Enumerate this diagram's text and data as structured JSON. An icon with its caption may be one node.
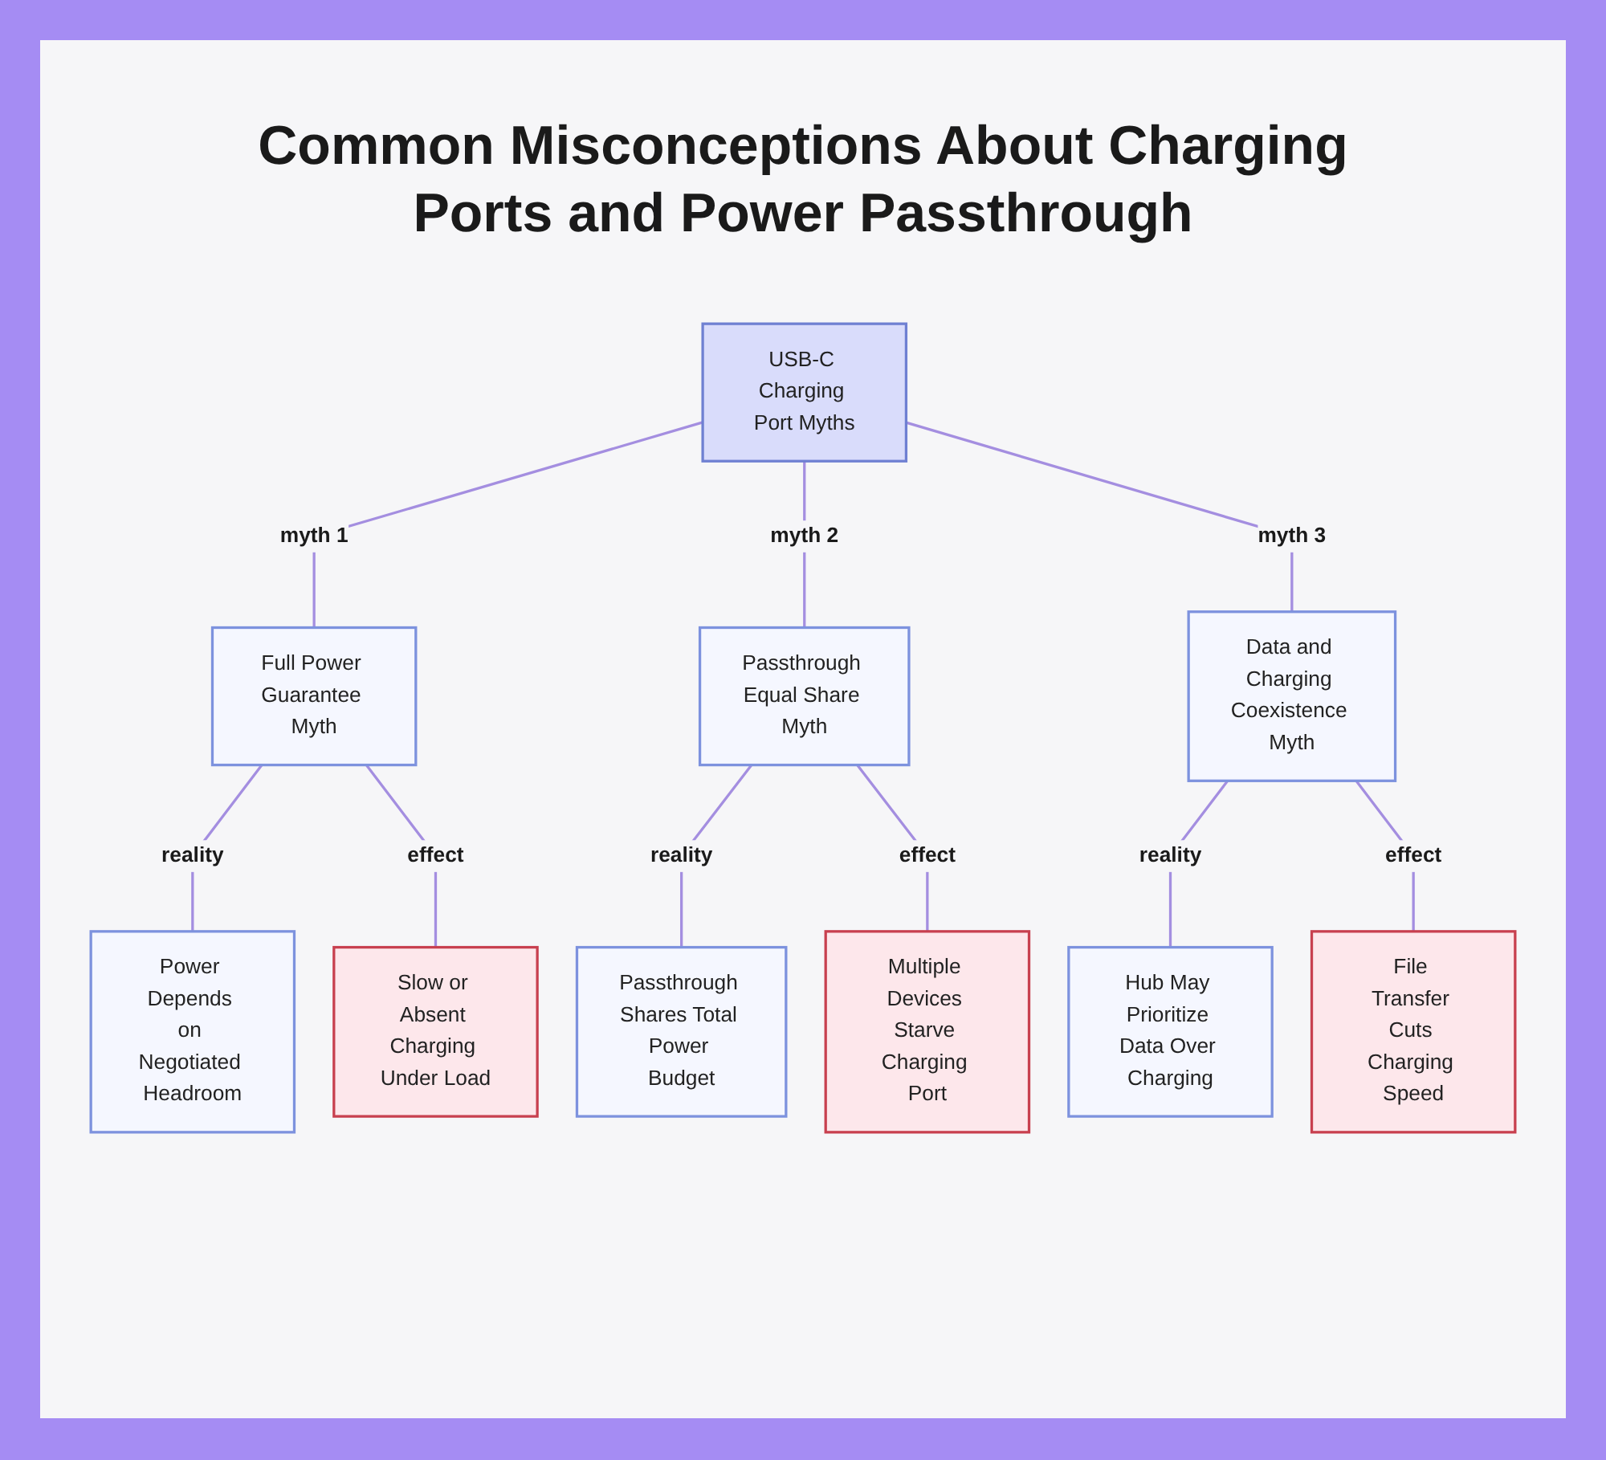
{
  "diagram": {
    "title": "Common Misconceptions About Charging Ports and Power Passthrough",
    "nodes": [
      {
        "text": [
          "USB-C Charging Port Myths"
        ]
      },
      {
        "text": [
          "Full Power Guarantee Myth"
        ]
      },
      {
        "text": [
          "Passthrough Equal Share Myth"
        ]
      },
      {
        "text": [
          "Data and Charging Coexistence Myth"
        ]
      },
      {
        "text": [
          "Power Depends on Negotiated Headroom"
        ]
      },
      {
        "text": [
          "Slow or Absent Charging Under Load"
        ]
      },
      {
        "text": [
          "Passthrough Shares Total Power Budget"
        ]
      },
      {
        "text": [
          "Multiple Devices Starve Charging Port"
        ]
      },
      {
        "text": [
          "Hub May Prioritize Data Over Charging"
        ]
      },
      {
        "text": [
          "File Transfer Cuts Charging Speed"
        ]
      }
    ],
    "edges": [
      {
        "from": 0,
        "to": 1,
        "arrow": "none",
        "label": "myth 1"
      },
      {
        "from": 0,
        "to": 2,
        "arrow": "none",
        "label": "myth 2"
      },
      {
        "from": 0,
        "to": 3,
        "arrow": "none",
        "label": "myth 3"
      },
      {
        "from": 1,
        "to": 4,
        "arrow": "none",
        "label": "reality"
      },
      {
        "from": 1,
        "to": 5,
        "arrow": "none",
        "label": "effect"
      },
      {
        "from": 2,
        "to": 6,
        "arrow": "none",
        "label": "reality"
      },
      {
        "from": 2,
        "to": 7,
        "arrow": "none",
        "label": "effect"
      },
      {
        "from": 3,
        "to": 8,
        "arrow": "none",
        "label": "reality"
      },
      {
        "from": 3,
        "to": 9,
        "arrow": "none",
        "label": "effect"
      }
    ]
  }
}
